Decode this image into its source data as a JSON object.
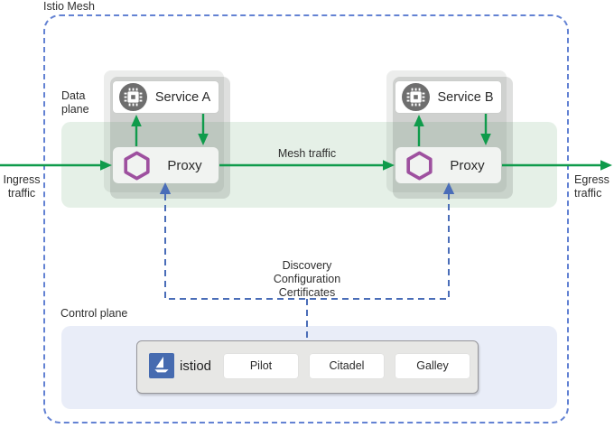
{
  "mesh": {
    "title": "Istio Mesh"
  },
  "labels": {
    "data_plane": [
      "Data",
      "plane"
    ],
    "ingress": [
      "Ingress",
      "traffic"
    ],
    "egress": [
      "Egress",
      "traffic"
    ],
    "mesh_traffic": "Mesh traffic",
    "discovery": [
      "Discovery",
      "Configuration",
      "Certificates"
    ],
    "control_plane": "Control plane"
  },
  "groups": [
    {
      "service_label": "Service A",
      "proxy_label": "Proxy"
    },
    {
      "service_label": "Service B",
      "proxy_label": "Proxy"
    }
  ],
  "control_plane": {
    "istiod_label": "istiod",
    "components": [
      "Pilot",
      "Citadel",
      "Galley"
    ]
  },
  "icons": {
    "service": "chip-icon",
    "proxy": "envoy-hexagon-icon",
    "istiod": "istio-sail-icon"
  },
  "colors": {
    "traffic_green": "#0f9b4b",
    "mesh_band_green": "#e5f0e7",
    "control_blue": "#4a6db8",
    "mesh_border_blue": "#6382d3",
    "proxy_purple": "#9e509f",
    "istio_blue": "#466bb0",
    "control_plane_bg": "#e9edf8",
    "service_icon_gray": "#6e6e6e"
  }
}
